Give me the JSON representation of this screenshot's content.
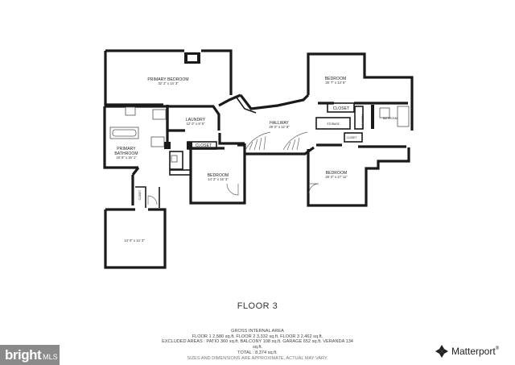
{
  "rooms": {
    "primary_bedroom": {
      "name": "PRIMARY BEDROOM",
      "dims": "32' 2\" x 14' 3\""
    },
    "primary_bathroom": {
      "name_line1": "PRIMARY",
      "name_line2": "BATHROOM",
      "dims": "16' 6\" x 16' 1\""
    },
    "laundry": {
      "name": "LAUNDRY",
      "dims": "12' 0\" x 8' 5\""
    },
    "closet_center": {
      "name": "CLOSET"
    },
    "hallway": {
      "name": "HALLWAY",
      "dims": "29' 0\" x 12' 9\""
    },
    "bedroom_center": {
      "name": "BEDROOM",
      "dims": "14' 2\" x 15' 3\""
    },
    "bedroom_top_right": {
      "name": "BEDROOM",
      "dims": "25' 7\" x 13' 5\""
    },
    "bedroom_bottom_right": {
      "name": "BEDROOM",
      "dims": "26' 0\" x 17' 11\""
    },
    "closet_right": {
      "name": "CLOSET"
    },
    "closet_right_small": {
      "name": "CLOSET"
    },
    "storage": {
      "name": "STORAGE"
    },
    "bathroom_right": {
      "name": "BATHROOM"
    },
    "bathroom_far_right": {
      "name": "BATHROOM"
    },
    "bottom_room": {
      "dims": "14' 0\" x 14' 3\""
    },
    "small_closet_left": {
      "name": "CLOSET"
    }
  },
  "floor_title": "FLOOR 3",
  "summary": {
    "heading": "GROSS INTERNAL AREA",
    "line1": "FLOOR 1 2,580 sq.ft.    FLOOR 2 3,332 sq.ft.    FLOOR 3 2,462 sq.ft.",
    "line2": "EXCLUDED AREAS :  PATIO 360 sq.ft.   BALCONY 108 sq.ft.   GARAGE 652 sq.ft.   VERANDA 134",
    "line3": "sq.ft.",
    "line4": "TOTAL :  8,374 sq.ft.",
    "disclaimer": "SIZES AND DIMENSIONS ARE APPROXIMATE, ACTUAL MAY VARY."
  },
  "watermark": {
    "brand": "bright",
    "suffix": "MLS"
  },
  "logo": {
    "name": "Matterport",
    "mark": "®"
  }
}
